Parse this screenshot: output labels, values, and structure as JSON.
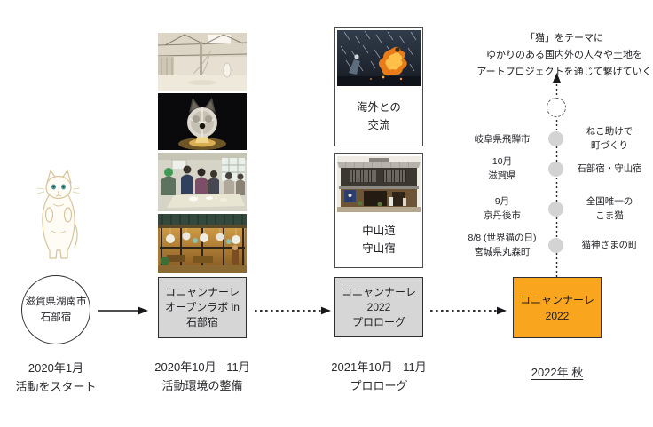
{
  "diagram": {
    "start": {
      "node": [
        "滋賀県湖南市",
        "石部宿"
      ],
      "caption": [
        "2020年1月",
        "活動をスタート"
      ]
    },
    "phase1": {
      "box": [
        "コニャンナーレ",
        "オープンラボ in",
        "石部宿"
      ],
      "caption": [
        "2020年10月 - 11月",
        "活動環境の整備"
      ],
      "photos": [
        "open-lab-interior",
        "cat-face-lantern",
        "craft-workshop",
        "storefront-night"
      ]
    },
    "phase2": {
      "cards": [
        {
          "photo": "fire-performance",
          "label": [
            "海外との",
            "交流"
          ]
        },
        {
          "photo": "nakasendo-machiya",
          "label": [
            "中山道",
            "守山宿"
          ]
        }
      ],
      "box": [
        "コニャンナーレ",
        "2022",
        "プロローグ"
      ],
      "caption": [
        "2021年10月 - 11月",
        "プロローグ"
      ]
    },
    "phase3": {
      "mission": [
        "「猫」をテーマに",
        "ゆかりのある国内外の人々や土地を",
        "アートプロジェクトを通じて繋げていく"
      ],
      "milestones": [
        {
          "left": [
            "岐阜県飛騨市"
          ],
          "right": [
            "ねこ助けで",
            "町づくり"
          ]
        },
        {
          "left": [
            "10月",
            "滋賀県"
          ],
          "right": [
            "石部宿・守山宿"
          ]
        },
        {
          "left": [
            "9月",
            "京丹後市"
          ],
          "right": [
            "全国唯一の",
            "こま猫"
          ]
        },
        {
          "left": [
            "8/8 (世界猫の日)",
            "宮城県丸森町"
          ],
          "right": [
            "猫神さまの町"
          ]
        }
      ],
      "box": [
        "コニャンナーレ",
        "2022"
      ],
      "caption": "2022年 秋"
    },
    "icons": {
      "solid_arrow": "arrow-right",
      "dashed_arrow": "dashed-arrow-right",
      "up_arrow": "dotted-arrow-up",
      "mascot": "standing-cat-illustration"
    },
    "colors": {
      "accent_orange": "#F9A51D",
      "box_gray": "#D6D6D6",
      "milestone_gray": "#D3D3D3"
    }
  }
}
